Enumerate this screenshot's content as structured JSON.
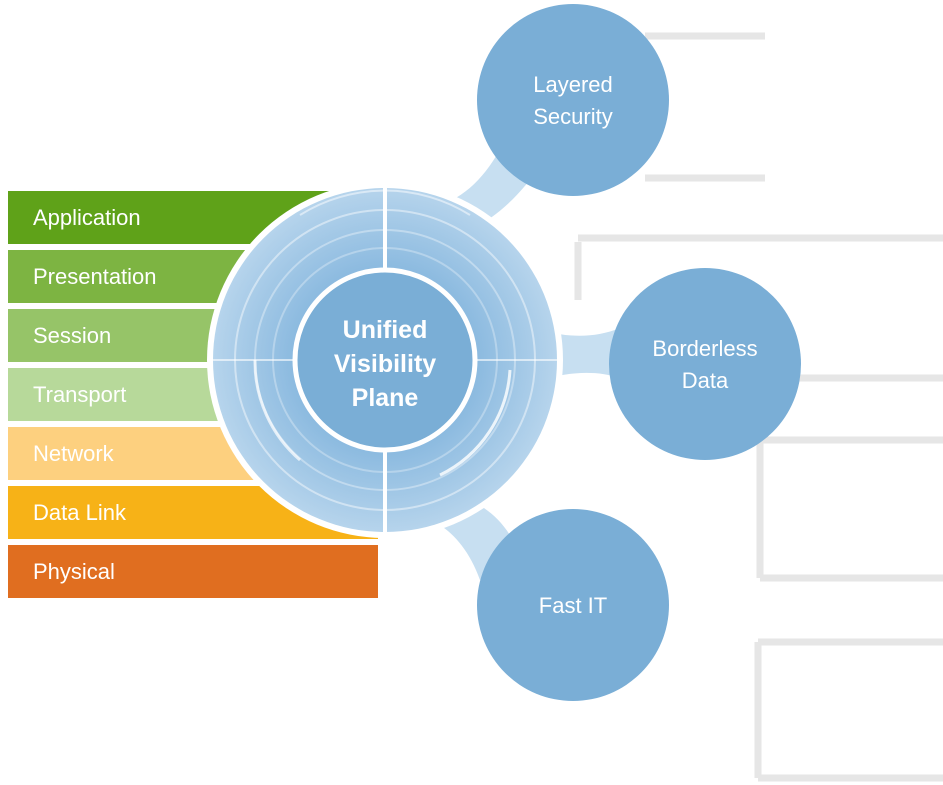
{
  "osi_layers": [
    {
      "label": "Application",
      "color": "#5fa219"
    },
    {
      "label": "Presentation",
      "color": "#7db442"
    },
    {
      "label": "Session",
      "color": "#96c468"
    },
    {
      "label": "Transport",
      "color": "#b7d99a"
    },
    {
      "label": "Network",
      "color": "#fdd07f"
    },
    {
      "label": "Data Link",
      "color": "#f7b217"
    },
    {
      "label": "Physical",
      "color": "#e06e20"
    }
  ],
  "hub": {
    "lines": [
      "Unified",
      "Visibility",
      "Plane"
    ],
    "color": "#7aaed6"
  },
  "nodes": [
    {
      "id": "layered-security",
      "lines": [
        "Layered",
        "Security"
      ]
    },
    {
      "id": "borderless-data",
      "lines": [
        "Borderless",
        "Data"
      ]
    },
    {
      "id": "fast-it",
      "lines": [
        "Fast IT"
      ]
    }
  ],
  "colors": {
    "node": "#7aaed6",
    "ring_outer": "#a5c8e6",
    "connector": "#c7dff1",
    "frame": "#e6e6e6"
  }
}
